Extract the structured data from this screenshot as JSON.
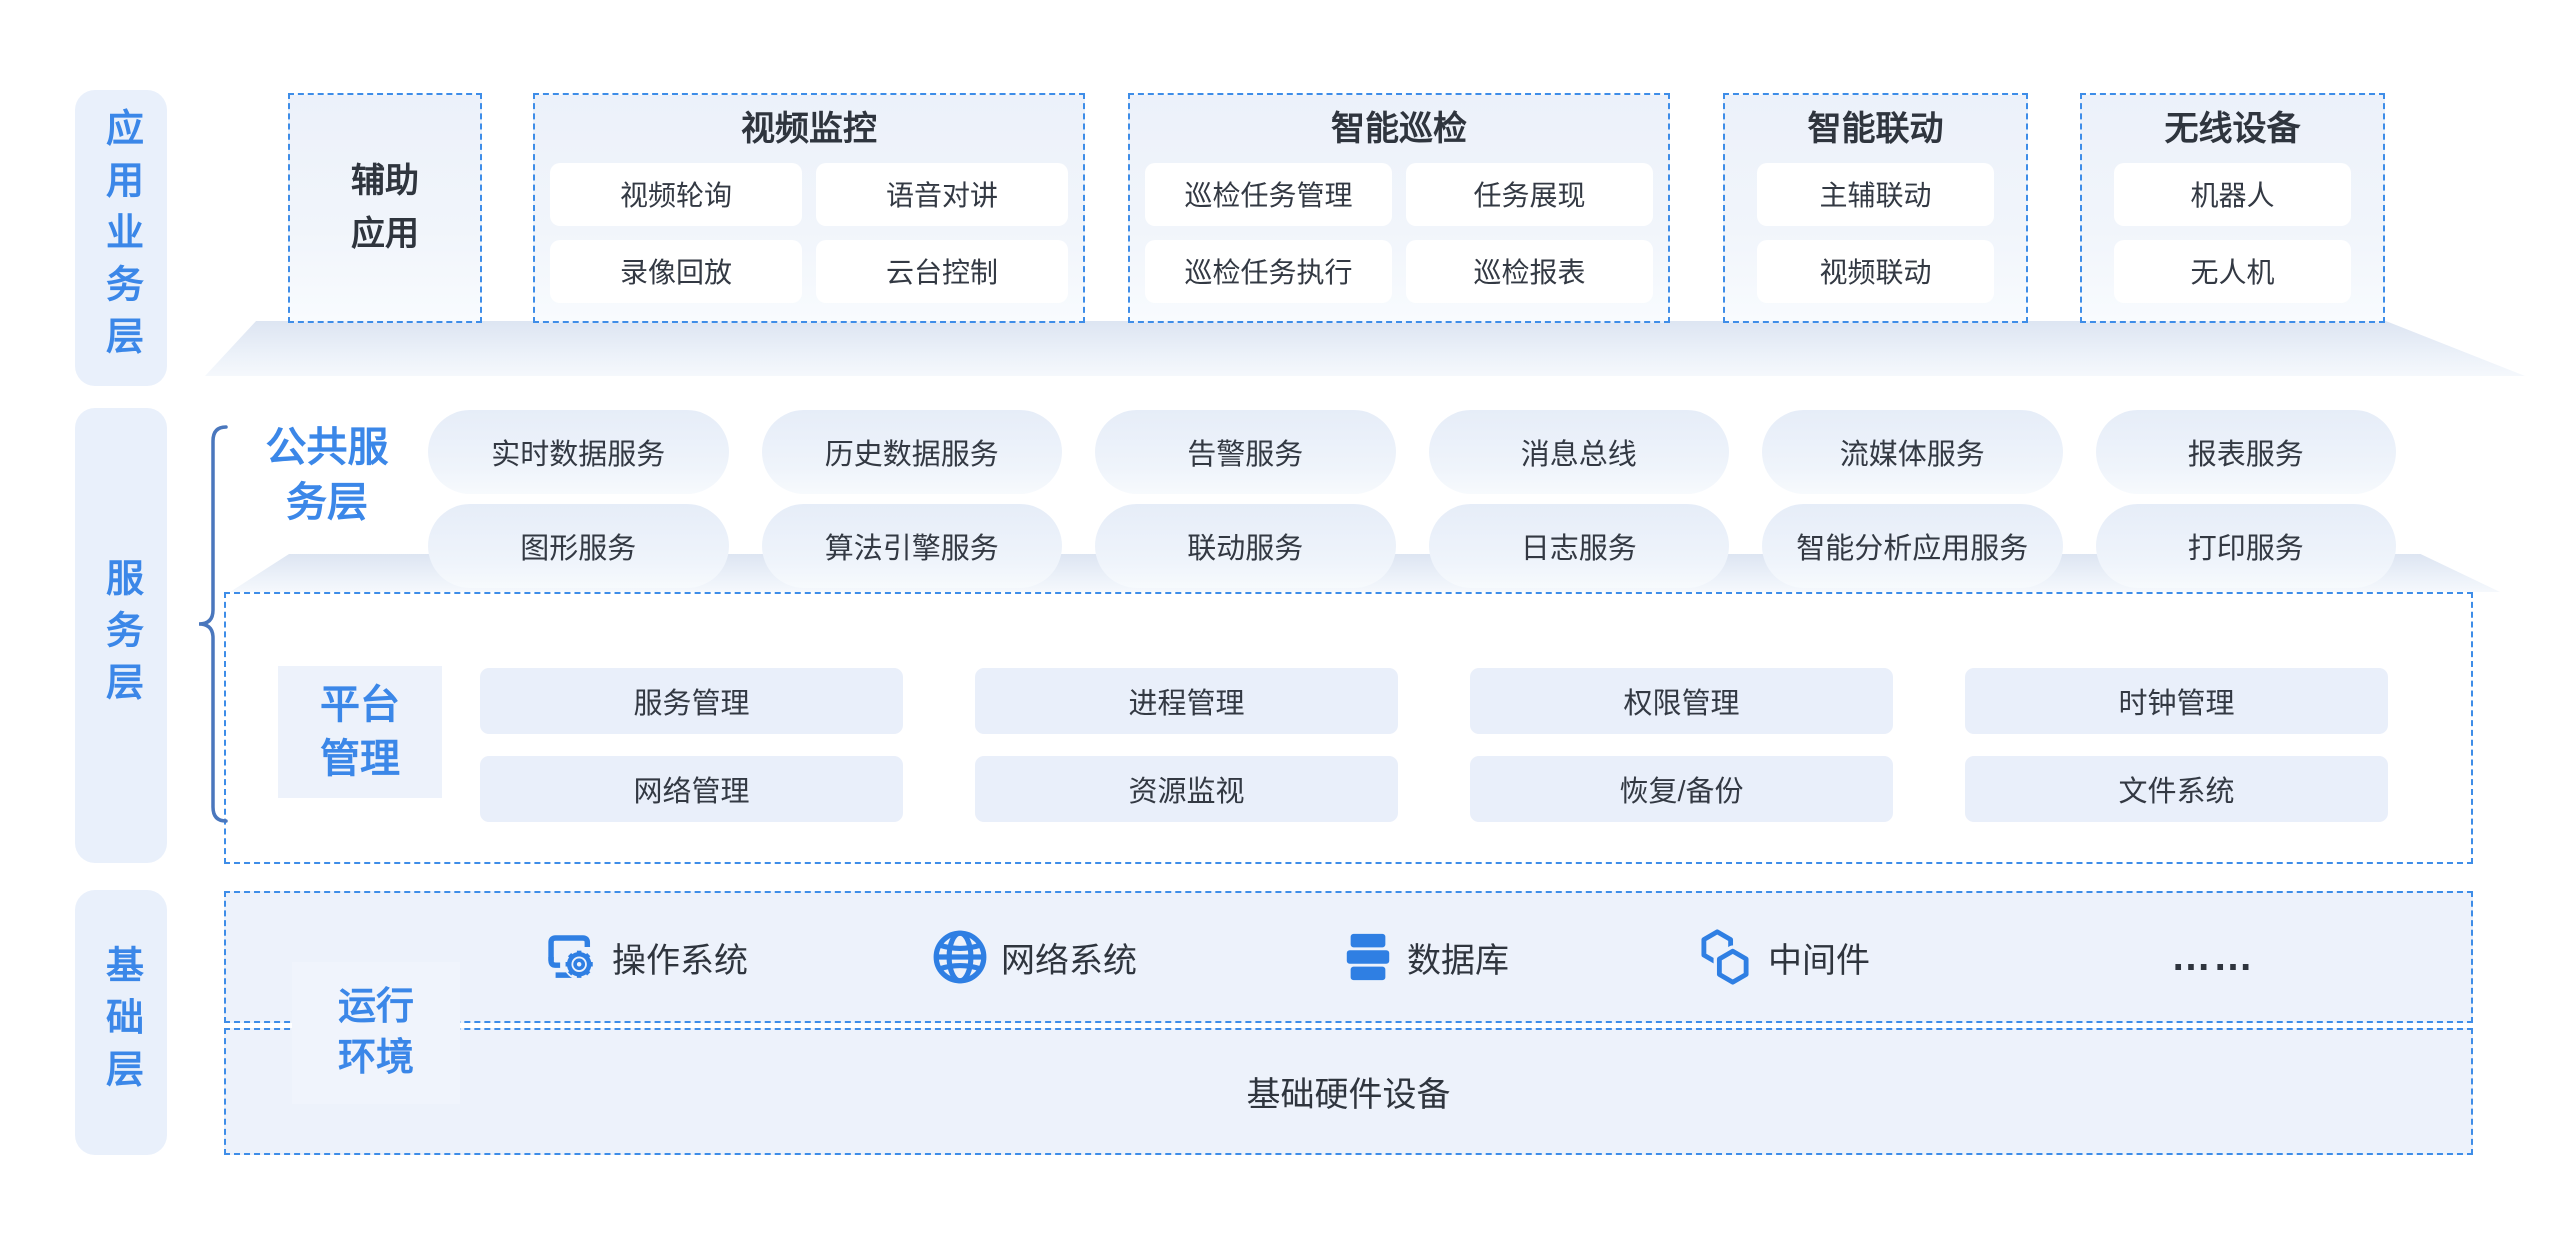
{
  "colors": {
    "accent_blue": "#3b87e8",
    "dashed_border": "#3e8de8",
    "icon_blue": "#2f7fe3",
    "dark_text": "#2f353e",
    "rail_bg": "#e9f0fb",
    "box_fill": "#edf2fb"
  },
  "layers": {
    "app": {
      "label": "应用业务层",
      "aux": {
        "title": "辅助\n应用"
      },
      "video": {
        "title": "视频监控",
        "items": [
          "视频轮询",
          "语音对讲",
          "录像回放",
          "云台控制"
        ]
      },
      "patrol": {
        "title": "智能巡检",
        "items": [
          "巡检任务管理",
          "任务展现",
          "巡检任务执行",
          "巡检报表"
        ]
      },
      "linkage": {
        "title": "智能联动",
        "items": [
          "主辅联动",
          "视频联动"
        ]
      },
      "wireless": {
        "title": "无线设备",
        "items": [
          "机器人",
          "无人机"
        ]
      }
    },
    "service": {
      "label": "服务层",
      "public": {
        "title": "公共服\n务层",
        "row1": [
          "实时数据服务",
          "历史数据服务",
          "告警服务",
          "消息总线",
          "流媒体服务",
          "报表服务"
        ],
        "row2": [
          "图形服务",
          "算法引擎服务",
          "联动服务",
          "日志服务",
          "智能分析应用服务",
          "打印服务"
        ]
      },
      "platform": {
        "title": "平台\n管理",
        "row1": [
          "服务管理",
          "进程管理",
          "权限管理",
          "时钟管理"
        ],
        "row2": [
          "网络管理",
          "资源监视",
          "恢复/备份",
          "文件系统"
        ]
      }
    },
    "base": {
      "label": "基础层",
      "runtime": {
        "title": "运行\n环境",
        "items": [
          {
            "icon": "os-icon",
            "label": "操作系统"
          },
          {
            "icon": "network-icon",
            "label": "网络系统"
          },
          {
            "icon": "database-icon",
            "label": "数据库"
          },
          {
            "icon": "middleware-icon",
            "label": "中间件"
          },
          {
            "icon": "ellipsis",
            "label": "……"
          }
        ]
      },
      "hardware": {
        "label": "基础硬件设备"
      }
    }
  }
}
